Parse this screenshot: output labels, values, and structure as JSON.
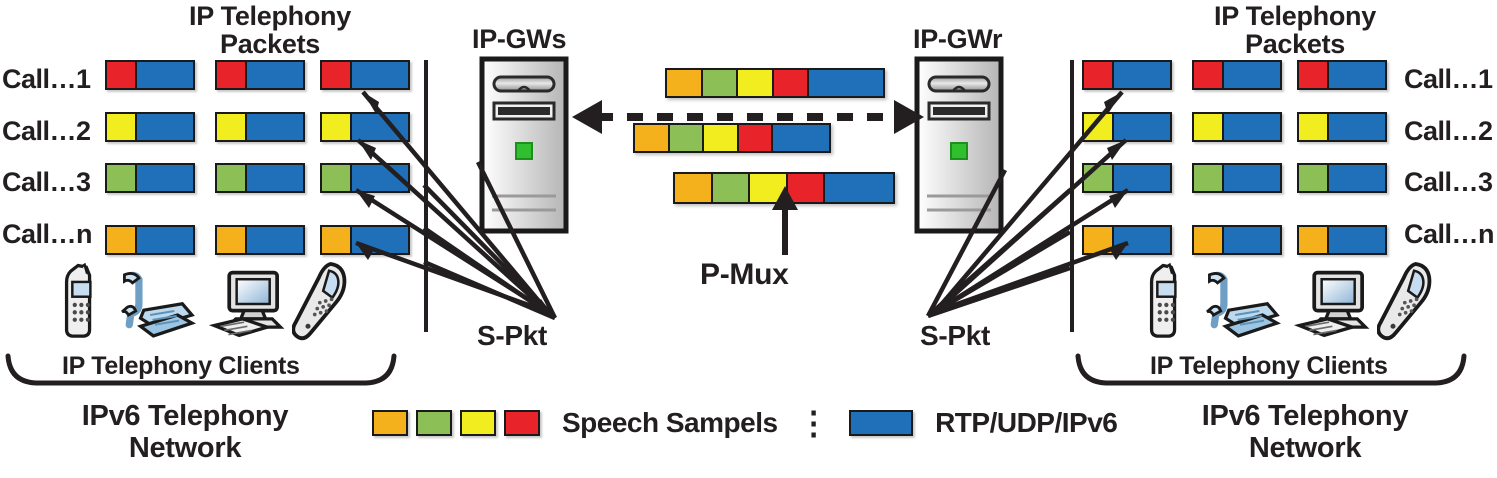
{
  "colors": {
    "orange": "#F5B11B",
    "green": "#8CC057",
    "yellow": "#F2ED1F",
    "red": "#E8232A",
    "blue": "#1F70B8",
    "ink": "#231f20",
    "led": "#2FBF2F"
  },
  "left": {
    "heading_line1": "IP Telephony",
    "heading_line2": "Packets",
    "call_labels": [
      "Call…1",
      "Call…2",
      "Call…3",
      "Call…n"
    ],
    "clients_label": "IP Telephony Clients",
    "network_line1": "IPv6 Telephony",
    "network_line2": "Network",
    "spkt_label": "S-Pkt",
    "gateway_label": "IP-GWs",
    "row_colors": [
      "red",
      "yellow",
      "green",
      "orange"
    ],
    "packets_per_row": 3
  },
  "right": {
    "heading_line1": "IP Telephony",
    "heading_line2": "Packets",
    "call_labels": [
      "Call…1",
      "Call…2",
      "Call…3",
      "Call…n"
    ],
    "clients_label": "IP Telephony Clients",
    "network_line1": "IPv6 Telephony",
    "network_line2": "Network",
    "spkt_label": "S-Pkt",
    "gateway_label": "IP-GWr",
    "row_colors": [
      "red",
      "yellow",
      "green",
      "orange"
    ],
    "packets_per_row": 3
  },
  "middle": {
    "pmux_label": "P-Mux",
    "mux_packets": [
      {
        "samples": [
          "orange",
          "green",
          "yellow",
          "red"
        ],
        "header": "blue"
      },
      {
        "samples": [
          "orange",
          "green",
          "yellow",
          "red"
        ],
        "header": "blue"
      },
      {
        "samples": [
          "orange",
          "green",
          "yellow",
          "red"
        ],
        "header": "blue"
      }
    ]
  },
  "legend": {
    "speech_samples_colors": [
      "orange",
      "green",
      "yellow",
      "red"
    ],
    "speech_samples_label": "Speech Sampels",
    "separator": "⋮",
    "header_color": "blue",
    "header_label": "RTP/UDP/IPv6"
  },
  "client_icons": [
    "mobile-phone-icon",
    "desk-phone-icon",
    "desktop-computer-icon",
    "flip-phone-icon"
  ]
}
